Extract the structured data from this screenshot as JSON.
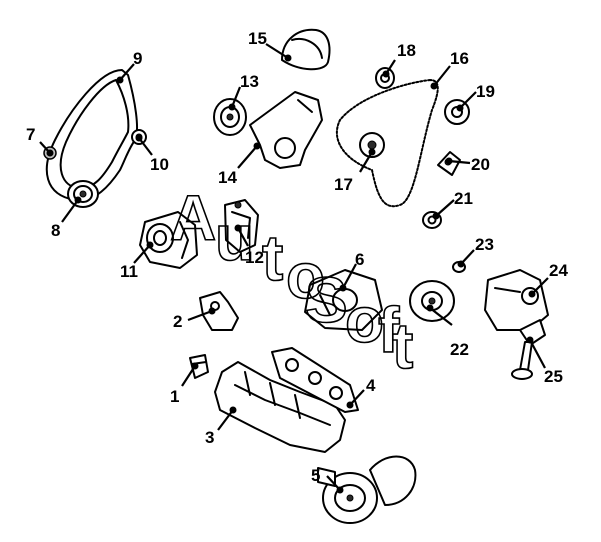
{
  "callouts": [
    {
      "id": "1",
      "label": "1"
    },
    {
      "id": "2",
      "label": "2"
    },
    {
      "id": "3",
      "label": "3"
    },
    {
      "id": "4",
      "label": "4"
    },
    {
      "id": "5",
      "label": "5"
    },
    {
      "id": "6",
      "label": "6"
    },
    {
      "id": "7",
      "label": "7"
    },
    {
      "id": "8",
      "label": "8"
    },
    {
      "id": "9",
      "label": "9"
    },
    {
      "id": "10",
      "label": "10"
    },
    {
      "id": "11",
      "label": "11"
    },
    {
      "id": "12",
      "label": "12"
    },
    {
      "id": "13",
      "label": "13"
    },
    {
      "id": "14",
      "label": "14"
    },
    {
      "id": "15",
      "label": "15"
    },
    {
      "id": "16",
      "label": "16"
    },
    {
      "id": "17",
      "label": "17"
    },
    {
      "id": "18",
      "label": "18"
    },
    {
      "id": "19",
      "label": "19"
    },
    {
      "id": "20",
      "label": "20"
    },
    {
      "id": "21",
      "label": "21"
    },
    {
      "id": "22",
      "label": "22"
    },
    {
      "id": "23",
      "label": "23"
    },
    {
      "id": "24",
      "label": "24"
    },
    {
      "id": "25",
      "label": "25"
    }
  ],
  "watermark": {
    "letters": [
      "A",
      "u",
      "t",
      "o",
      "S",
      "o",
      "f",
      "t"
    ]
  }
}
